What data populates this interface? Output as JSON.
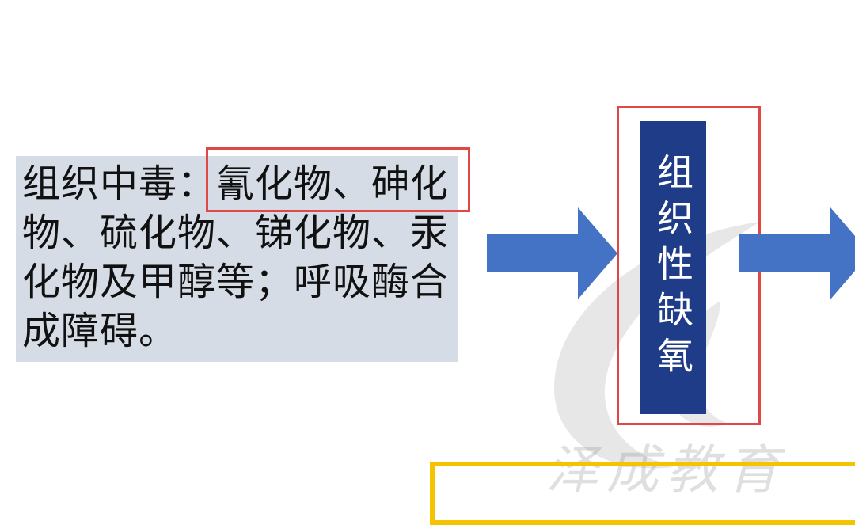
{
  "text_block": {
    "content": "组织中毒：氰化物、砷化物、硫化物、锑化物、汞化物及甲醇等；呼吸酶合成障碍。"
  },
  "result_box": {
    "label": "组织性缺氧"
  },
  "watermark": {
    "text": "泽成教育"
  },
  "colors": {
    "text_box_bg": "#d6dce5",
    "arrow": "#4472c4",
    "result_box_bg": "#1f3c88",
    "highlight_border": "#e04848",
    "frame_yellow": "#f5c400"
  }
}
